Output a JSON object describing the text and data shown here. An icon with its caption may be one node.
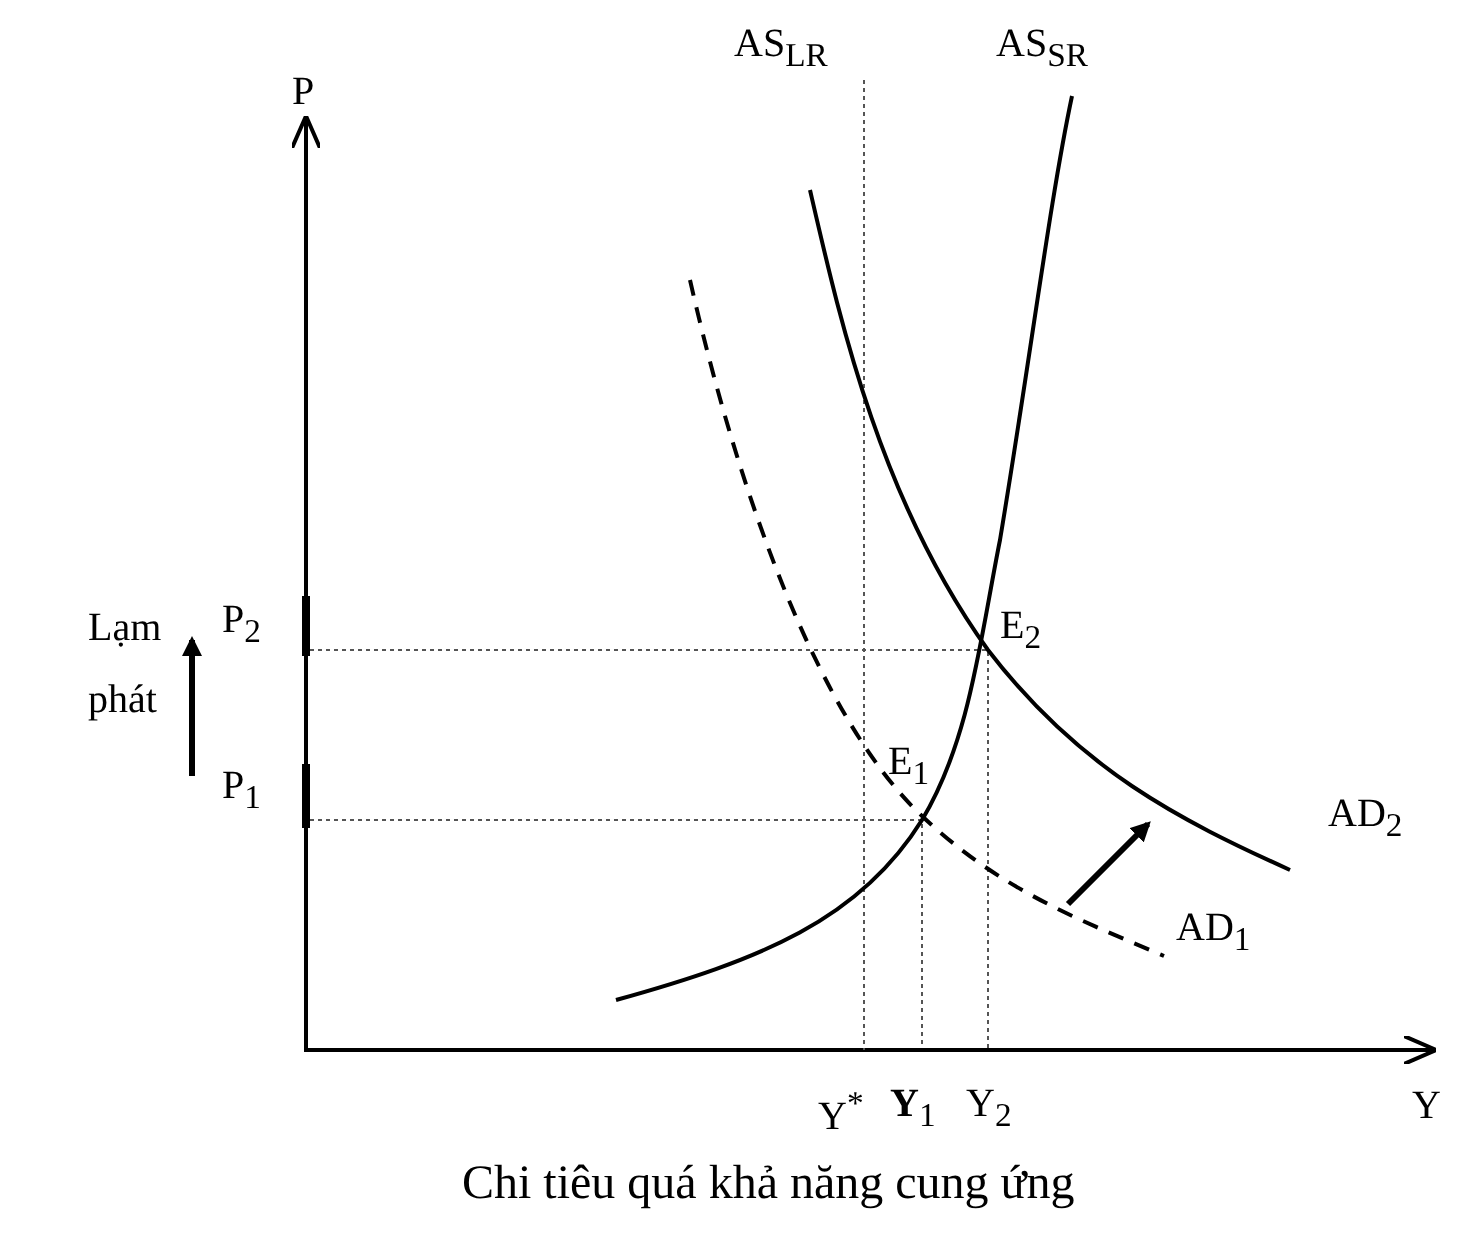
{
  "diagram": {
    "caption": "Chi tiêu quá khả năng cung ứng",
    "labels": [
      "P",
      "AS$_{LR}$",
      "AS$_{SR}$",
      "P$_{2}$",
      "E$_{2}$",
      "Lạm phát",
      "E$_{1}$",
      "P$_{1}$",
      "AD$_{2}$",
      "AD$_{1}$",
      "Y$^{*}$",
      "**Y**$_{1}$",
      "Y$_{2}$",
      "Y"
    ]
  }
}
